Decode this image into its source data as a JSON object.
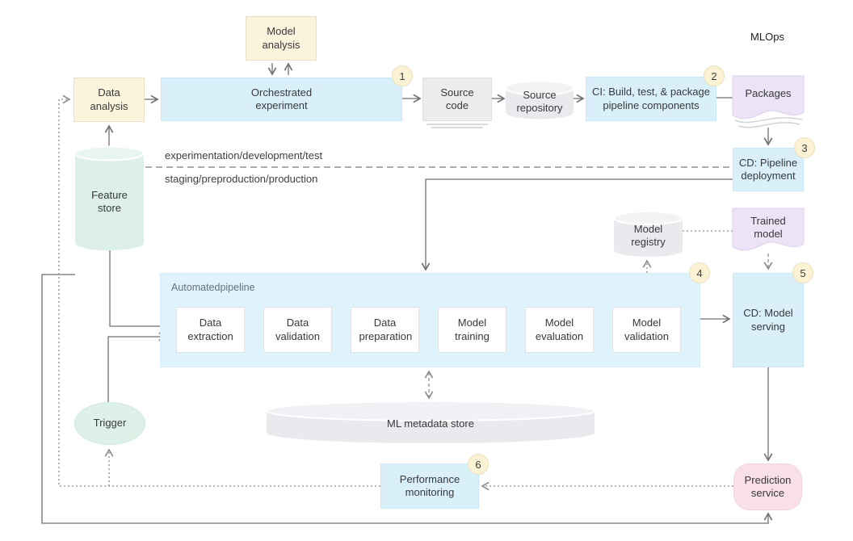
{
  "annotations": {
    "mlops": "MLOps",
    "env_top": "experimentation/development/test",
    "env_bottom": "staging/preproduction/production"
  },
  "nodes": {
    "model_analysis": "Model analysis",
    "data_analysis": "Data analysis",
    "orchestrated_experiment": "Orchestrated experiment",
    "source_code": "Source code",
    "source_repository": "Source repository",
    "ci_build": "CI: Build, test, & package pipeline components",
    "packages": "Packages",
    "cd_pipeline_deployment": "CD: Pipeline deployment",
    "feature_store": "Feature store",
    "model_registry": "Model registry",
    "trained_model": "Trained model",
    "cd_model_serving": "CD: Model serving",
    "ml_metadata_store": "ML metadata store",
    "trigger": "Trigger",
    "performance_monitoring": "Performance monitoring",
    "prediction_service": "Prediction service"
  },
  "pipeline": {
    "label": "Automatedpipeline",
    "steps": [
      "Data extraction",
      "Data validation",
      "Data preparation",
      "Model training",
      "Model evaluation",
      "Model validation"
    ]
  },
  "badges": [
    "1",
    "2",
    "3",
    "4",
    "5",
    "6"
  ],
  "colors": {
    "node_blue": "#D9F0FB",
    "pipeline_blue": "#DFF3FC",
    "cream": "#FBF3DB",
    "lavender": "#ECE3F6",
    "mint": "#DDF1E8",
    "gray": "#EBECEE",
    "pink": "#F8DFE8",
    "badge": "#FBF2D4",
    "edge": "#6F6F6F"
  }
}
